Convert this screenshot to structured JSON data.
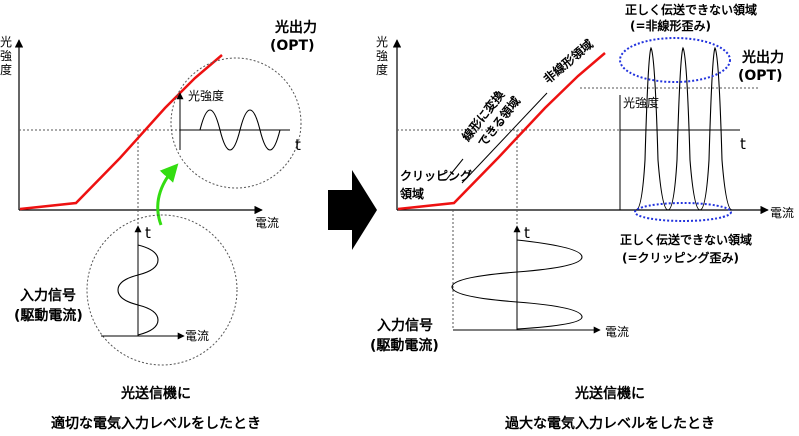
{
  "left": {
    "y_axis_label": "光強度",
    "x_axis_label": "電流",
    "output_label": "光出力",
    "output_sub": "(OPT)",
    "inset_label": "光強度",
    "inset_t": "t",
    "input_t": "t",
    "input_label": "入力信号",
    "input_sub": "(駆動電流)",
    "input_x_label": "電流",
    "caption_line1": "光送信機に",
    "caption_line2": "適切な電気入力レベルをしたとき"
  },
  "right": {
    "y_axis_label": "光強度",
    "x_axis_label": "電流",
    "clipping_line1": "クリッピング",
    "clipping_line2": "領域",
    "linear_line1": "線形に変換",
    "linear_line2": "できる領域",
    "nonlinear_label": "非線形領域",
    "top_bad_line1": "正しく伝送できない領域",
    "top_bad_line2": "(=非線形歪み)",
    "output_label": "光出力",
    "output_sub": "(OPT)",
    "inner_label": "光強度",
    "output_t": "t",
    "bottom_bad_line1": "正しく伝送できない領域",
    "bottom_bad_line2": "(=クリッピング歪み)",
    "input_t": "t",
    "input_label": "入力信号",
    "input_sub": "(駆動電流)",
    "input_x_label": "電流",
    "caption_line1": "光送信機に",
    "caption_line2": "過大な電気入力レベルをしたとき"
  },
  "colors": {
    "curve": "#ee1111",
    "arrow_green": "#33dd11",
    "ellipse_blue": "#2233dd",
    "dotted_gray": "#555555",
    "big_arrow": "#000000"
  },
  "icons": {
    "transition_arrow": "right-arrow-icon"
  }
}
